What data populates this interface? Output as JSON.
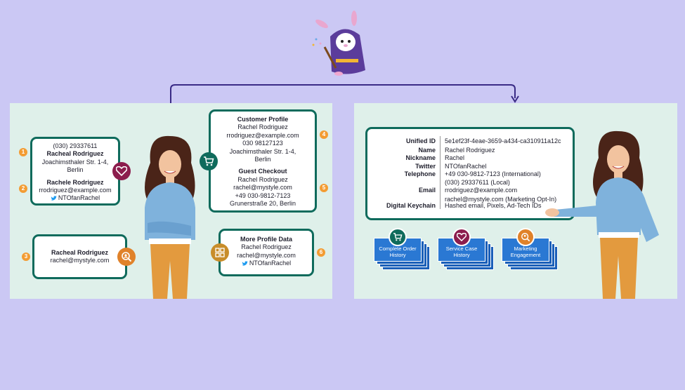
{
  "left": {
    "card1": {
      "phone": "(030) 29337611",
      "name": "Racheal Rodriguez",
      "street": "Joachimsthaler Str. 1-4,",
      "city": "Berlin",
      "name2": "Rachele Rodriguez",
      "email": "rrodriguez@example.com",
      "twitter": "NTOfanRachel"
    },
    "card3": {
      "name": "Racheal Rodriguez",
      "email": "rachel@mystyle.com"
    },
    "card_customer": {
      "title": "Customer Profile",
      "name": "Rachel Rodriguez",
      "email": "rrodriguez@example.com",
      "phone": "030 98127123",
      "street": "Joachimsthaler Str. 1-4,",
      "city": "Berlin",
      "guest_title": "Guest Checkout",
      "guest_name": "Rachel Rodriguez",
      "guest_email": "rachel@mystyle.com",
      "guest_phone": "+49 030-9812-7123",
      "guest_address": "Grunerstraße 20, Berlin"
    },
    "card_more": {
      "title": "More Profile Data",
      "name": "Rachel Rodriguez",
      "email": "rachel@mystyle.com",
      "twitter": "NTOfanRachel"
    },
    "numbers": [
      "1",
      "2",
      "3",
      "4",
      "5",
      "6"
    ]
  },
  "unified": {
    "rows": [
      {
        "label": "Unified ID",
        "value": "5e1ef23f-4eae-3659-a434-ca310911a12c"
      },
      {
        "label": "Name",
        "value": "Rachel Rodriguez"
      },
      {
        "label": "Nickname",
        "value": "Rachel"
      },
      {
        "label": "Twitter",
        "value": "NTOfanRachel"
      },
      {
        "label": "Telephone",
        "value": "+49 030-9812-7123 (International)"
      },
      {
        "label": "",
        "value": "(030) 29337611 (Local)"
      },
      {
        "label": "Email",
        "value": "rrodriguez@example.com"
      },
      {
        "label": "",
        "value": "rachel@mystyle.com (Marketing Opt-In)"
      },
      {
        "label": "Digital Keychain",
        "value": "Hashed email, Pixels, Ad-Tech IDs"
      }
    ]
  },
  "stacks": [
    {
      "label": "Complete Order History",
      "icon": "cart-icon"
    },
    {
      "label": "Service Case History",
      "icon": "heart-icon"
    },
    {
      "label": "Marketing Engagement",
      "icon": "person-search-icon"
    }
  ],
  "colors": {
    "background": "#cbc8f4",
    "panel": "#dff0ea",
    "card_border": "#0f6b5c",
    "number_badge": "#f39c33",
    "heart_badge": "#8c1d4d",
    "cart_badge": "#0f6b5c",
    "search_badge": "#e0822a",
    "gift_badge": "#c88d2a",
    "connector": "#3a2b86",
    "stack_blue": "#2a78d3"
  }
}
